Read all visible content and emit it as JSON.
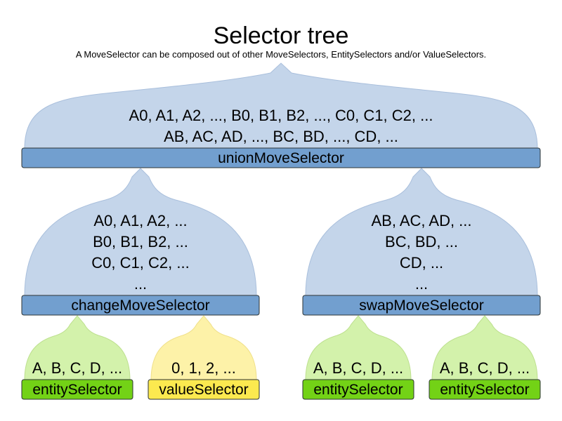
{
  "title": "Selector tree",
  "subtitle": "A MoveSelector can be composed out of other MoveSelectors, EntitySelectors and/or ValueSelectors.",
  "colors": {
    "move_dome": "#c4d5ea",
    "move_dome_stroke": "#a9bfdc",
    "move_box": "#729fcf",
    "move_box_stroke": "#2e3436",
    "entity_dome": "#d3f2ab",
    "entity_box": "#73d216",
    "value_dome": "#fdf2a8",
    "value_box": "#fce94f"
  },
  "union": {
    "label": "unionMoveSelector",
    "lines": [
      "A0, A1, A2, ..., B0, B1, B2, ..., C0, C1, C2, ...",
      "AB, AC, AD, ..., BC, BD, ..., CD, ..."
    ]
  },
  "change": {
    "label": "changeMoveSelector",
    "lines": [
      "A0, A1, A2, ...",
      "B0, B1, B2, ...",
      "C0, C1, C2, ...",
      "..."
    ]
  },
  "swap": {
    "label": "swapMoveSelector",
    "lines": [
      "AB, AC, AD, ...",
      "BC, BD, ...",
      "CD, ...",
      "..."
    ]
  },
  "leaves": [
    {
      "label": "entitySelector",
      "line": "A, B, C, D, ..."
    },
    {
      "label": "valueSelector",
      "line": "0, 1, 2, ..."
    },
    {
      "label": "entitySelector",
      "line": "A, B, C, D, ..."
    },
    {
      "label": "entitySelector",
      "line": "A, B, C, D, ..."
    }
  ]
}
